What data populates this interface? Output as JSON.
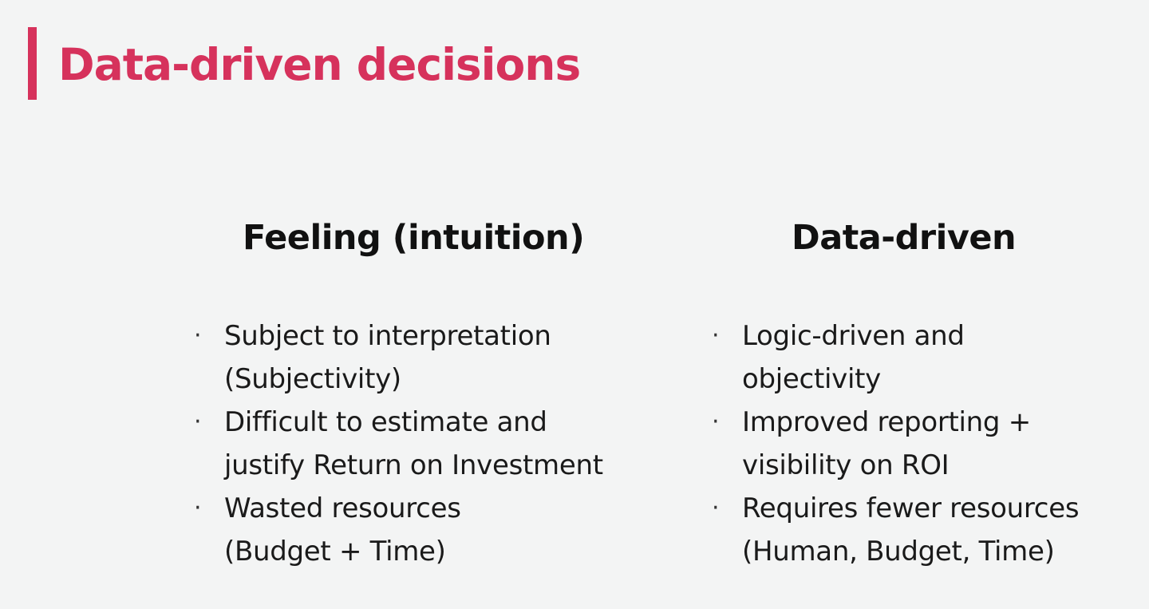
{
  "slide": {
    "title": "Data-driven decisions",
    "accent_color": "#d6325c"
  },
  "left_column": {
    "heading": "Feeling (intuition)",
    "bullets": [
      {
        "lines": [
          "Subject to interpretation",
          "(Subjectivity)"
        ]
      },
      {
        "lines": [
          "Difficult to estimate and",
          "justify Return on Investment"
        ]
      },
      {
        "lines": [
          "Wasted resources",
          "(Budget + Time)"
        ]
      }
    ]
  },
  "right_column": {
    "heading": "Data-driven",
    "bullets": [
      {
        "lines": [
          "Logic-driven and",
          "objectivity"
        ]
      },
      {
        "lines": [
          "Improved reporting +",
          "visibility on ROI"
        ]
      },
      {
        "lines": [
          "Requires fewer resources",
          "(Human, Budget, Time)"
        ]
      }
    ]
  },
  "bullet_glyph": "·"
}
